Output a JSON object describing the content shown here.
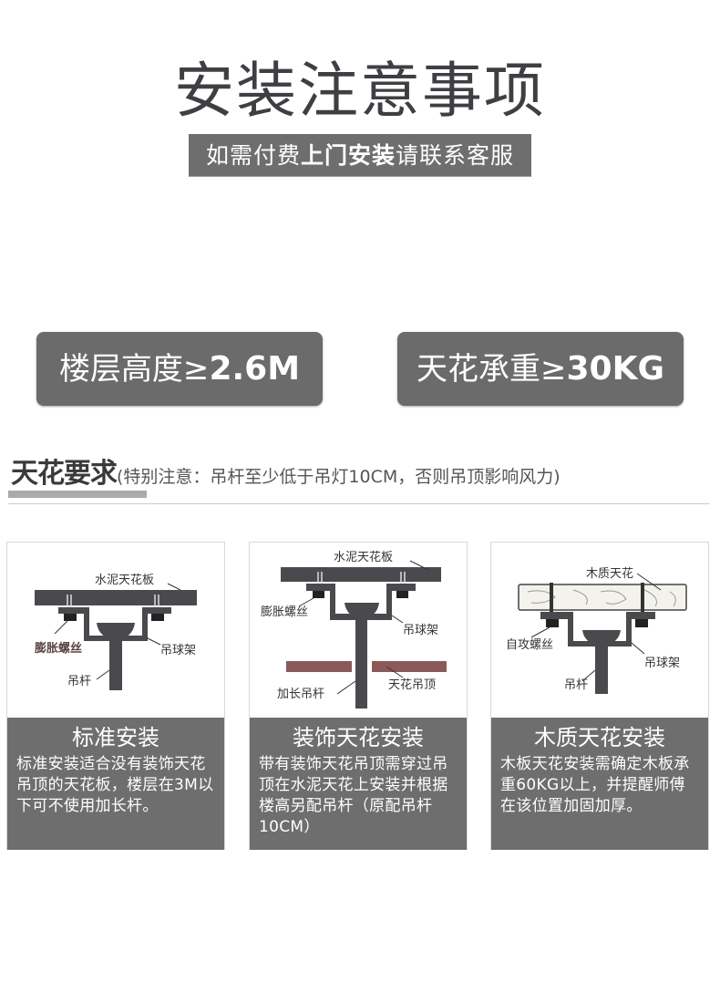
{
  "header": {
    "title": "安装注意事项",
    "subtitle_prefix": "如需付费",
    "subtitle_bold": "上门安装",
    "subtitle_suffix": "请联系客服"
  },
  "requirements": [
    {
      "label": "楼层高度≥",
      "value": "2.6M"
    },
    {
      "label": "天花承重≥",
      "value": "30KG"
    }
  ],
  "ceiling_section": {
    "title": "天花要求",
    "note": "(特别注意：吊杆至少低于吊灯10CM，否则吊顶影响风力)"
  },
  "cards": [
    {
      "title": "标准安装",
      "description": "标准安装适合没有装饰天花吊顶的天花板，楼层在3M以下可不使用加长杆。",
      "labels": {
        "ceiling": "水泥天花板",
        "screw": "膨胀螺丝",
        "bracket": "吊球架",
        "rod": "吊杆"
      }
    },
    {
      "title": "装饰天花安装",
      "description": "带有装饰天花吊顶需穿过吊顶在水泥天花上安装并根据楼高另配吊杆（原配吊杆10CM）",
      "labels": {
        "ceiling": "水泥天花板",
        "screw": "膨胀螺丝",
        "bracket": "吊球架",
        "rod": "加长吊杆",
        "drop_ceiling": "天花吊顶"
      }
    },
    {
      "title": "木质天花安装",
      "description": "木板天花安装需确定木板承重60KG以上，并提醒师傅在该位置加固加厚。",
      "labels": {
        "ceiling": "木质天花",
        "screw": "自攻螺丝",
        "bracket": "吊球架",
        "rod": "吊杆"
      }
    }
  ],
  "colors": {
    "panel_gray": "#6e6e6e",
    "diagram_dark": "#4a4a4e",
    "drop_ceiling": "#8a5a5a",
    "underline_gray": "#aaaaaa"
  }
}
